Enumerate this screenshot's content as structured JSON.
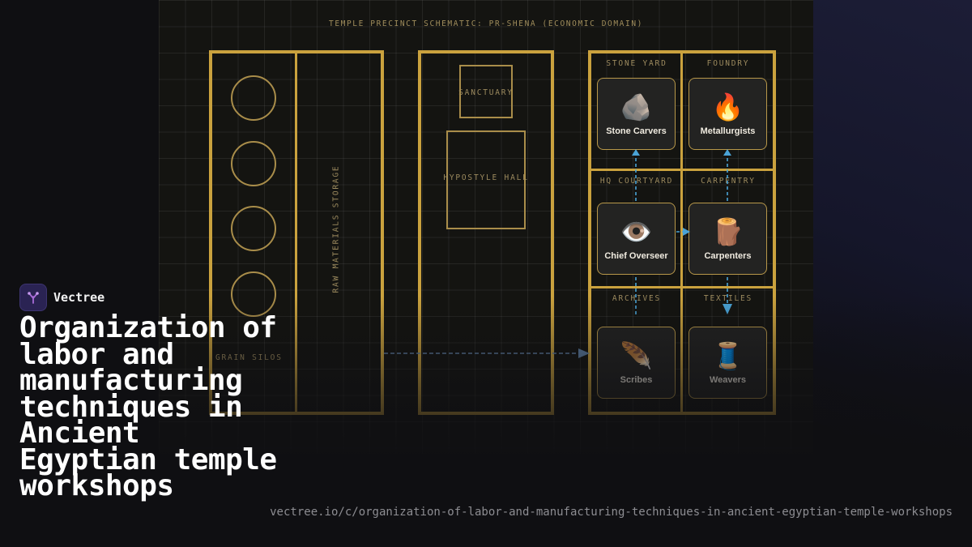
{
  "schematic": {
    "title": "TEMPLE PRECINCT SCHEMATIC: PR-SHENA (ECONOMIC DOMAIN)",
    "zones": {
      "raw_materials": "RAW MATERIALS STORAGE",
      "grain_silos": "GRAIN SILOS",
      "sanctuary": "SANCTUARY",
      "hypostyle": "HYPOSTYLE HALL",
      "stone_yard": "STONE YARD",
      "foundry": "FOUNDRY",
      "hq_courtyard": "HQ COURTYARD",
      "carpentry": "CARPENTRY",
      "archives": "ARCHIVES",
      "textiles": "TEXTILES"
    },
    "workers": {
      "stone_carvers": {
        "label": "Stone Carvers",
        "icon": "🪨"
      },
      "metallurgists": {
        "label": "Metallurgists",
        "icon": "🔥"
      },
      "chief_overseer": {
        "label": "Chief Overseer",
        "icon": "👁️"
      },
      "carpenters": {
        "label": "Carpenters",
        "icon": "🪵"
      },
      "scribes": {
        "label": "Scribes",
        "icon": "🪶"
      },
      "weavers": {
        "label": "Weavers",
        "icon": "🧵"
      }
    },
    "colors": {
      "wall": "#caa23e",
      "arrow": "#4aa3d6",
      "supply_arrow": "#5e7ea3"
    }
  },
  "brand": {
    "name": "Vectree",
    "logo_icon": "tree-icon",
    "logo_color": "#a86bd8"
  },
  "headline": "Organization of labor and manufacturing techniques in Ancient Egyptian temple workshops",
  "url": "vectree.io/c/organization-of-labor-and-manufacturing-techniques-in-ancient-egyptian-temple-workshops"
}
